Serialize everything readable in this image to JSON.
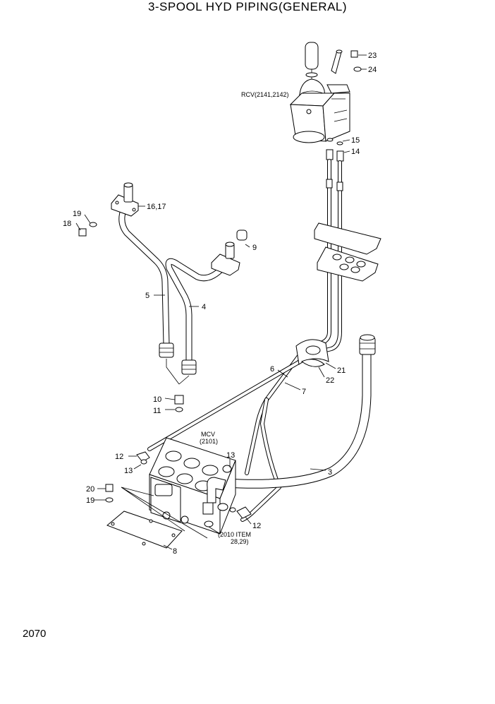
{
  "title": "3-SPOOL  HYD  PIPING(GENERAL)",
  "page_number": "2070",
  "labels": {
    "p23": "23",
    "p24": "24",
    "rcv": "RCV(2141,2142)",
    "p15": "15",
    "p14": "14",
    "p16_17": "16,17",
    "p19a": "19",
    "p18": "18",
    "p9": "9",
    "p5": "5",
    "p4": "4",
    "p21": "21",
    "p6": "6",
    "p22": "22",
    "p7": "7",
    "p10": "10",
    "p11": "11",
    "mcv": "MCV",
    "mcv_ref": "(2101)",
    "p12a": "12",
    "p13a": "13",
    "p13b": "13",
    "p3": "3",
    "p20": "20",
    "p19b": "19",
    "p12b": "12",
    "item_ref_1": "(2010 ITEM",
    "item_ref_2": "28,29)",
    "p8": "8"
  }
}
